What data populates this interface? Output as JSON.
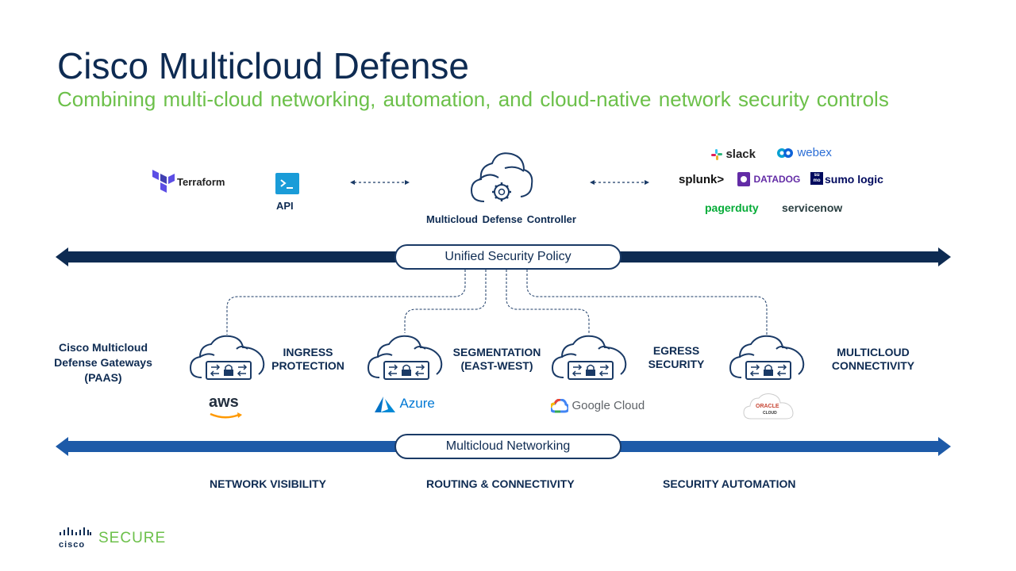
{
  "title": "Cisco Multicloud Defense",
  "subtitle": "Combining multi-cloud networking, automation, and cloud-native network security controls",
  "integrations_left": {
    "terraform": "Terraform",
    "api": "API"
  },
  "controller": {
    "label": "Multicloud Defense Controller"
  },
  "integrations_right": {
    "slack": "slack",
    "webex": "webex",
    "splunk": "splunk>",
    "datadog": "DATADOG",
    "sumologic": "sumo logic",
    "sumo_badge": "su mo",
    "pagerduty": "pagerduty",
    "servicenow": "servicenow"
  },
  "policy_band": {
    "label": "Unified Security Policy"
  },
  "networking_band": {
    "label": "Multicloud Networking"
  },
  "gateways_label": [
    "Cisco Multicloud",
    "Defense Gateways",
    "(PAAS)"
  ],
  "gateways": [
    {
      "feature": [
        "INGRESS",
        "PROTECTION"
      ],
      "provider": "aws"
    },
    {
      "feature": [
        "SEGMENTATION",
        "(EAST-WEST)"
      ],
      "provider": "Azure"
    },
    {
      "feature": [
        "EGRESS",
        "SECURITY"
      ],
      "provider": "Google Cloud"
    },
    {
      "feature": [
        "MULTICLOUD",
        "CONNECTIVITY"
      ],
      "provider": "ORACLE",
      "provider_sub": "CLOUD"
    }
  ],
  "bottom_labels": [
    "NETWORK VISIBILITY",
    "ROUTING & CONNECTIVITY",
    "SECURITY AUTOMATION"
  ],
  "footer": {
    "cisco": "cisco",
    "secure": "SECURE"
  },
  "colors": {
    "navy": "#0e2b52",
    "blue": "#1d5aa8",
    "green": "#6cc04a"
  }
}
